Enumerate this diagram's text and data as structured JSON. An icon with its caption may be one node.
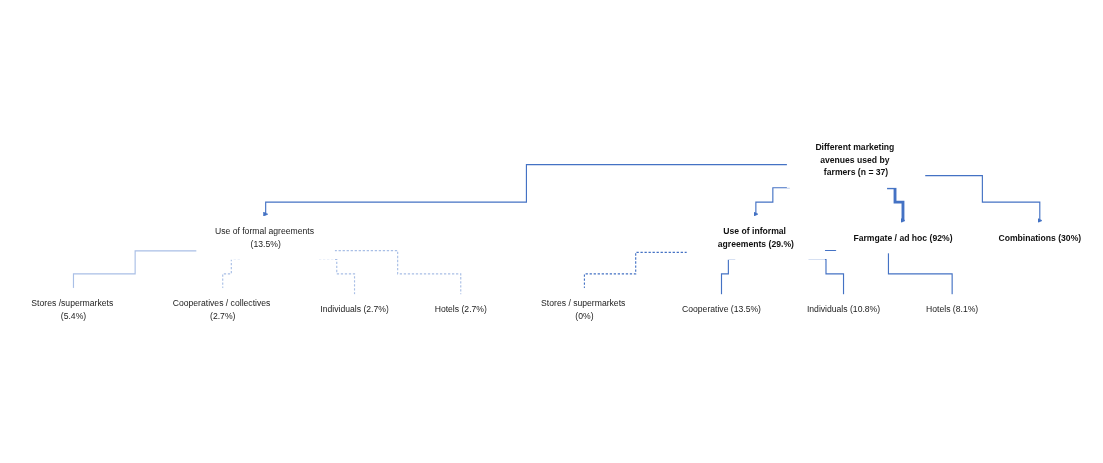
{
  "diagram": {
    "nodes": [
      {
        "text": [
          "Different marketing avenues used by farmers (n = 37)"
        ]
      },
      {
        "text": [
          "Use of formal agreements (13.5%)"
        ]
      },
      {
        "text": [
          "Use of informal agreements (29.%)"
        ]
      },
      {
        "text": [
          "Farmgate / ad hoc (92%)"
        ]
      },
      {
        "text": [
          "Combinations (30%)"
        ]
      },
      {
        "text": [
          "Stores /supermarkets (5.4%)"
        ]
      },
      {
        "text": [
          "Cooperatives / collectives (2.7%)"
        ]
      },
      {
        "text": [
          "Individuals (2.7%)"
        ]
      },
      {
        "text": [
          "Hotels (2.7%)"
        ]
      },
      {
        "text": [
          "Stores / supermarkets (0%)"
        ]
      },
      {
        "text": [
          "Cooperative (13.5%)"
        ]
      },
      {
        "text": [
          "Individuals (10.8%)"
        ]
      },
      {
        "text": [
          "Hotels (8.1%)"
        ]
      }
    ],
    "edges": [
      {
        "from": 0,
        "to": 1,
        "arrow": "to"
      },
      {
        "from": 0,
        "to": 2,
        "arrow": "to"
      },
      {
        "from": 0,
        "to": 3,
        "arrow": "to",
        "style": "thick"
      },
      {
        "from": 0,
        "to": 4,
        "arrow": "to"
      },
      {
        "from": 1,
        "to": 5,
        "arrow": "none",
        "color": "#a9bfe6"
      },
      {
        "from": 1,
        "to": 6,
        "arrow": "none",
        "style": "dashed",
        "color": "#a9bfe6"
      },
      {
        "from": 1,
        "to": 7,
        "arrow": "none",
        "style": "dashed",
        "color": "#a9bfe6"
      },
      {
        "from": 1,
        "to": 8,
        "arrow": "none",
        "style": "dashed",
        "color": "#a9bfe6"
      },
      {
        "from": 2,
        "to": 9,
        "arrow": "none",
        "style": "dashed"
      },
      {
        "from": 2,
        "to": 10,
        "arrow": "none"
      },
      {
        "from": 2,
        "to": 11,
        "arrow": "none"
      },
      {
        "from": 2,
        "to": 12,
        "arrow": "none"
      }
    ]
  }
}
